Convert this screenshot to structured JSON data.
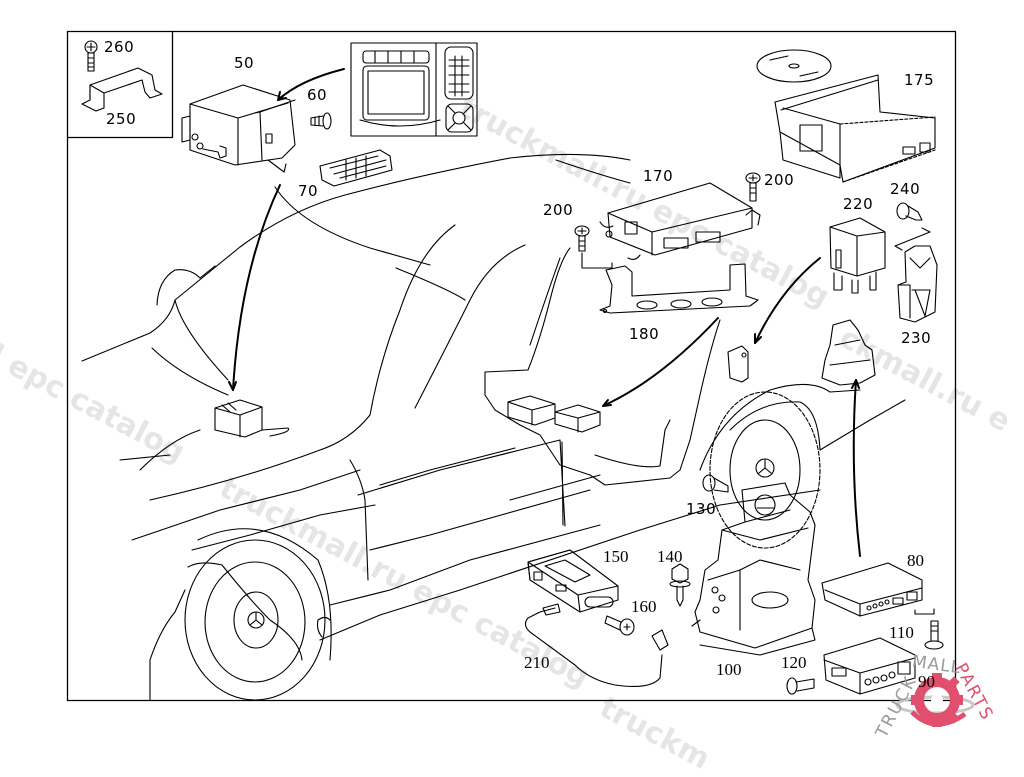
{
  "diagram": {
    "type": "exploded parts diagram",
    "subject": "vehicle electronics / navigation & telematics components",
    "inset_labels": [
      "260",
      "250"
    ],
    "part_labels": {
      "p50": "50",
      "p60": "60",
      "p70": "70",
      "p80": "80",
      "p90": "90",
      "p100": "100",
      "p110": "110",
      "p120": "120",
      "p130": "130",
      "p140": "140",
      "p150": "150",
      "p160": "160",
      "p170": "170",
      "p175": "175",
      "p180": "180",
      "p200a": "200",
      "p200b": "200",
      "p210": "210",
      "p220": "220",
      "p230": "230",
      "p240": "240",
      "p250": "250",
      "p260": "260"
    }
  },
  "watermarks": {
    "w1": "l epc catalog",
    "w2": "truckmall.ru epc catalog",
    "w3": "truckmall.ru epc catalog",
    "w4": "truckmall.ru",
    "w5": "ckmall.ru e",
    "w6": "atalog",
    "w7": "truckm"
  },
  "logo": {
    "text_left": "TRUCK",
    "text_mid": "MALL",
    "text_right": "PARTS",
    "accent_color": "#e0506e",
    "gray_color": "#9a9a9a"
  }
}
